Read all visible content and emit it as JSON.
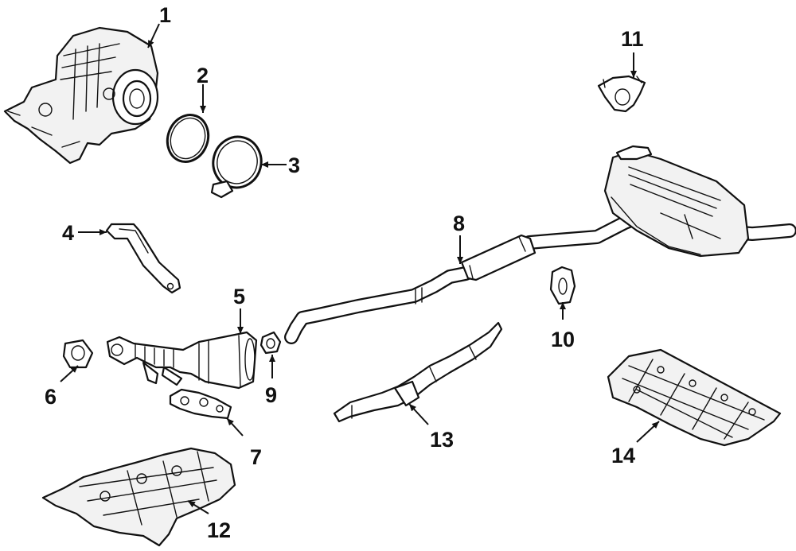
{
  "callouts": [
    {
      "number": "1"
    },
    {
      "number": "2"
    },
    {
      "number": "3"
    },
    {
      "number": "4"
    },
    {
      "number": "5"
    },
    {
      "number": "6"
    },
    {
      "number": "7"
    },
    {
      "number": "8"
    },
    {
      "number": "9"
    },
    {
      "number": "10"
    },
    {
      "number": "11"
    },
    {
      "number": "12"
    },
    {
      "number": "13"
    },
    {
      "number": "14"
    }
  ]
}
